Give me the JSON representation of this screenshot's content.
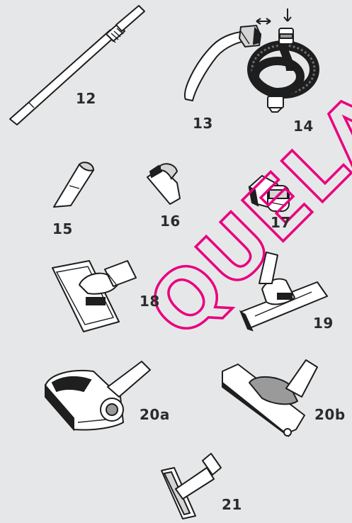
{
  "parts": [
    {
      "number": "12",
      "name": "telescopic-tube"
    },
    {
      "number": "13",
      "name": "hose-handle"
    },
    {
      "number": "14",
      "name": "suction-hose"
    },
    {
      "number": "15",
      "name": "crevice-tool"
    },
    {
      "number": "16",
      "name": "upholstery-nozzle"
    },
    {
      "number": "17",
      "name": "dusting-brush"
    },
    {
      "number": "18",
      "name": "combination-nozzle"
    },
    {
      "number": "19",
      "name": "floor-nozzle"
    },
    {
      "number": "20a",
      "name": "turbo-brush"
    },
    {
      "number": "20b",
      "name": "parquet-nozzle"
    },
    {
      "number": "21",
      "name": "radiator-nozzle"
    }
  ],
  "watermark": {
    "text": "QUELA",
    "color": "#e8007f"
  },
  "colors": {
    "background": "#e6e7e8",
    "line": "#1e1e1e"
  }
}
